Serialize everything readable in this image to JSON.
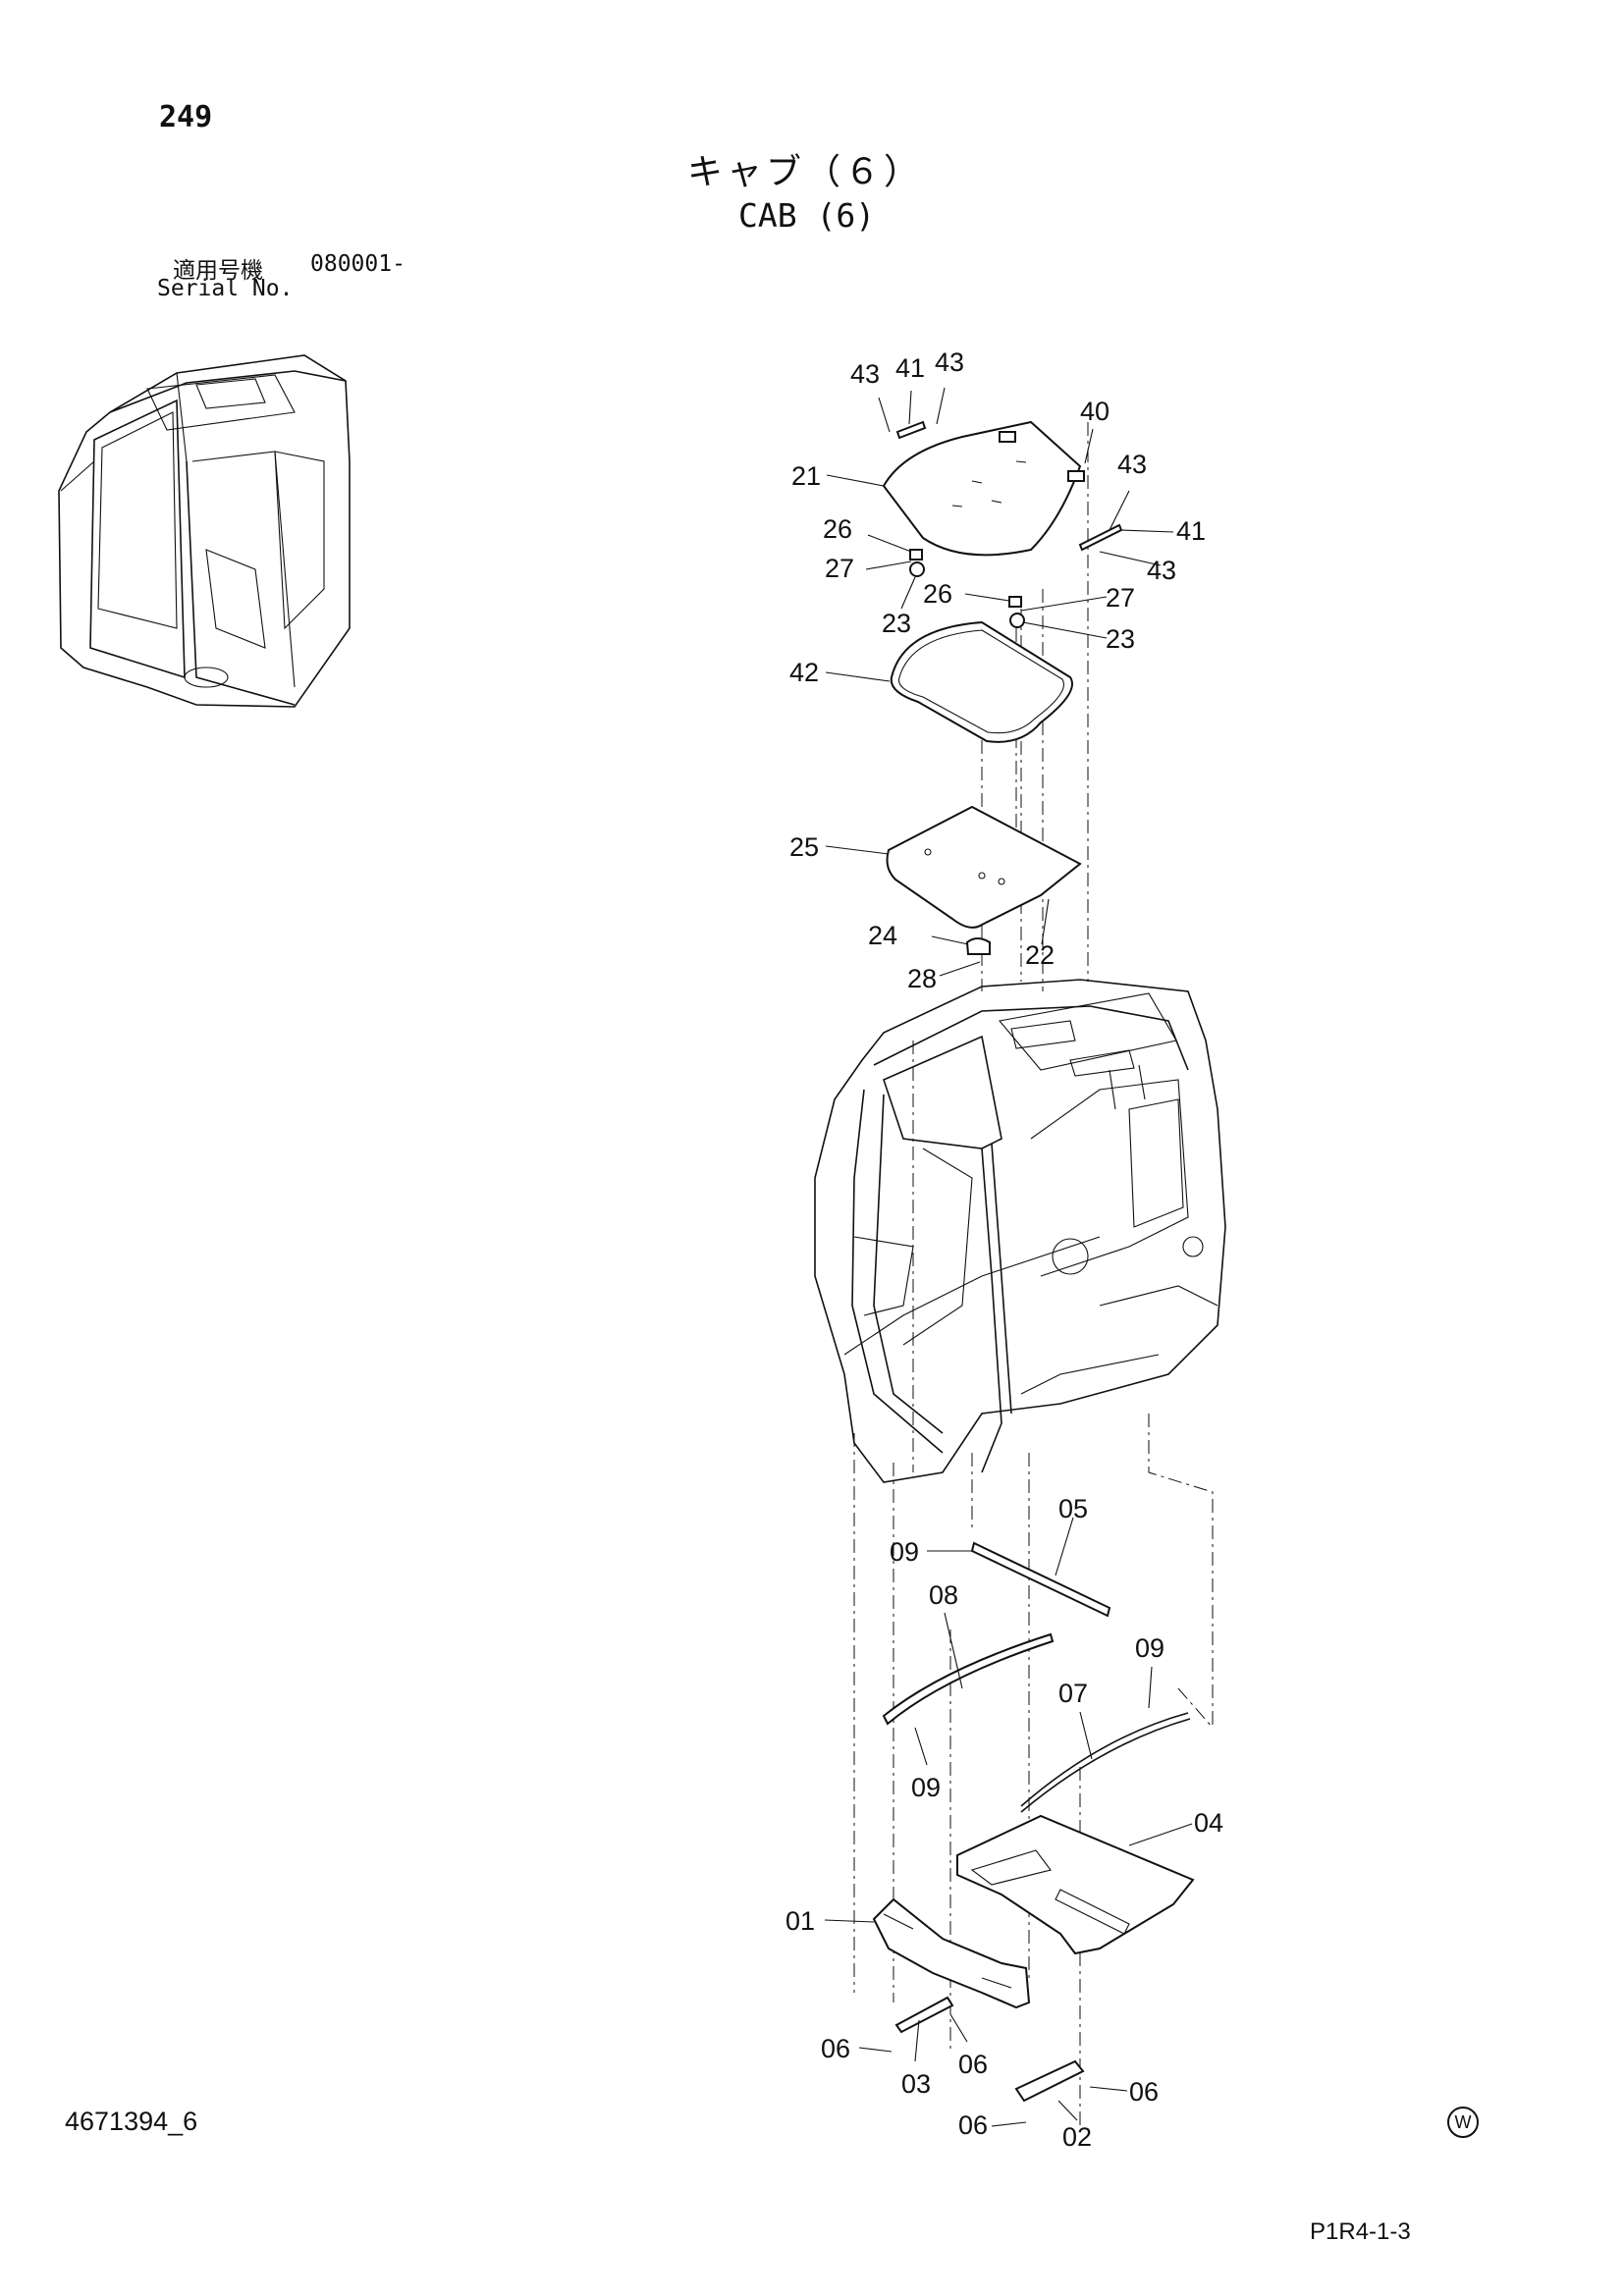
{
  "page_number": "249",
  "title_jp": "キャブ（６）",
  "title_en": "CAB (6)",
  "serial": {
    "label_jp": "適用号機",
    "value": "080001-",
    "label_en": "Serial No."
  },
  "doc_id": "4671394_6",
  "w_mark": "W",
  "page_code": "P1R4-1-3",
  "callouts": {
    "c43a": "43",
    "c41a": "41",
    "c43b": "43",
    "c40": "40",
    "c21": "21",
    "c43c": "43",
    "c41b": "41",
    "c43d": "43",
    "c26a": "26",
    "c27a": "27",
    "c23a": "23",
    "c26b": "26",
    "c27b": "27",
    "c23b": "23",
    "c42": "42",
    "c25": "25",
    "c24": "24",
    "c22": "22",
    "c28": "28",
    "c05": "05",
    "c09a": "09",
    "c08": "08",
    "c09b": "09",
    "c09c": "09",
    "c07": "07",
    "c04": "04",
    "c01": "01",
    "c06a": "06",
    "c06b": "06",
    "c03": "03",
    "c06c": "06",
    "c06d": "06",
    "c02": "02"
  }
}
